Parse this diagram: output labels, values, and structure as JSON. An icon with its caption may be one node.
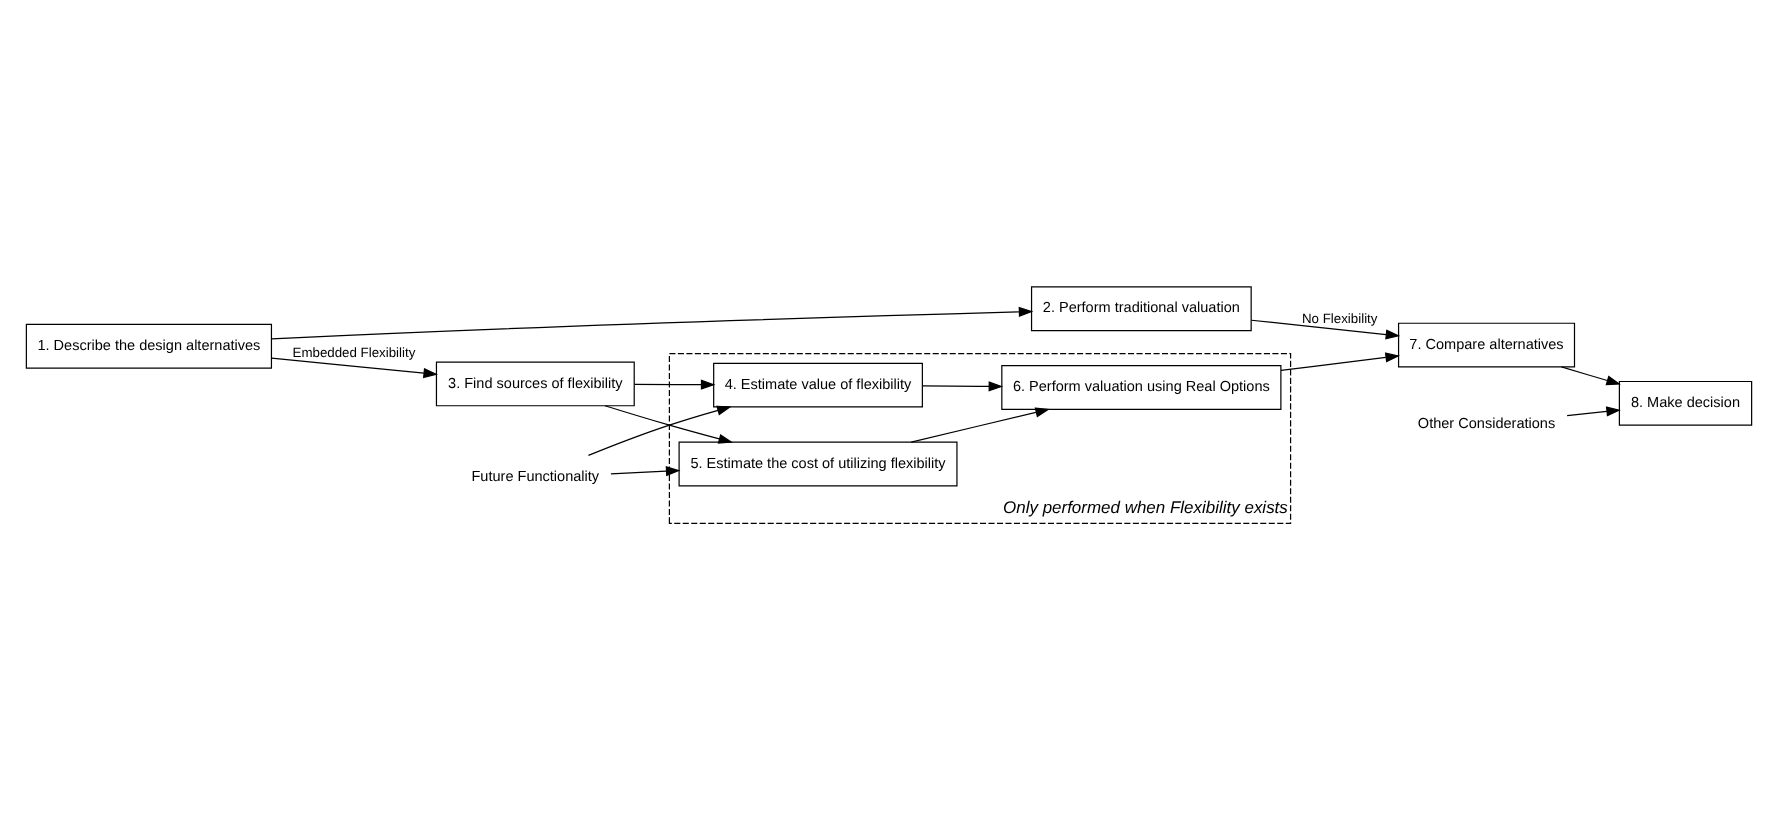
{
  "diagram": {
    "nodes": [
      {
        "text": [
          "1. Describe the design alternatives"
        ]
      },
      {
        "text": [
          "2. Perform traditional valuation"
        ]
      },
      {
        "text": [
          "7. Compare alternatives"
        ]
      },
      {
        "text": [
          "8. Make decision"
        ]
      },
      {
        "text": [
          "Only performed when Flexibility exists"
        ]
      },
      {
        "text": [
          "3. Find sources of flexibility"
        ]
      },
      {
        "text": [
          "5. Estimate the cost of utilizing flexibility"
        ],
        "in": 4
      },
      {
        "text": [
          "6. Perform valuation using Real Options"
        ],
        "in": 4
      },
      {
        "text": [
          "4. Estimate value of flexibility"
        ],
        "in": 4
      },
      {
        "text": [
          "Future Functionality"
        ]
      },
      {
        "text": [
          "Other Considerations"
        ]
      }
    ],
    "edges": [
      {
        "from": 0,
        "to": 1,
        "arrow": "to"
      },
      {
        "from": 1,
        "to": 2,
        "arrow": "to",
        "label": "No Flexibility"
      },
      {
        "from": 2,
        "to": 3,
        "arrow": "to"
      },
      {
        "from": 0,
        "to": 5,
        "arrow": "to",
        "label": "Embedded Flexibility"
      },
      {
        "from": 5,
        "to": 6,
        "arrow": "to"
      },
      {
        "from": 5,
        "to": 8,
        "arrow": "to"
      },
      {
        "from": 6,
        "to": 7,
        "arrow": "to"
      },
      {
        "from": 8,
        "to": 7,
        "arrow": "to"
      },
      {
        "from": 7,
        "to": 2,
        "arrow": "to"
      },
      {
        "from": 9,
        "to": 6,
        "arrow": "to"
      },
      {
        "from": 9,
        "to": 8,
        "arrow": "to"
      },
      {
        "from": 10,
        "to": 3,
        "arrow": "to"
      }
    ]
  }
}
